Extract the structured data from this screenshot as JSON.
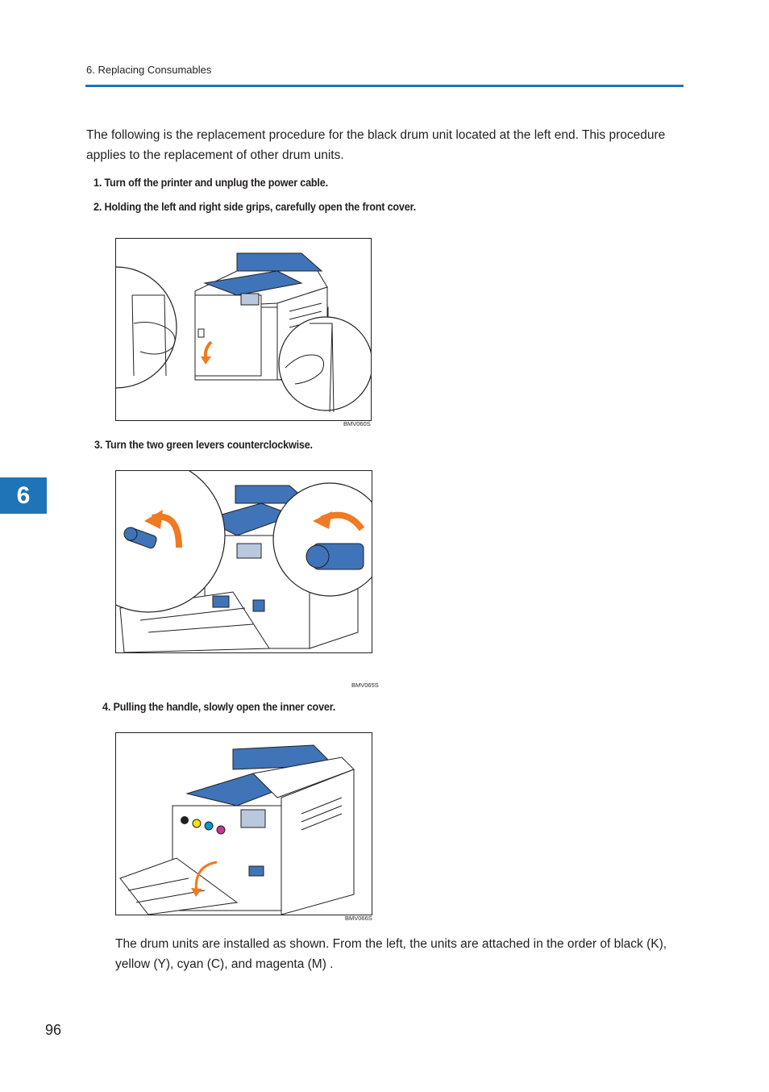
{
  "header": {
    "running_title": "6. Replacing Consumables"
  },
  "intro": "The following is the replacement procedure for the black drum unit located at the left end. This procedure applies to the replacement of other drum units.",
  "steps": [
    "1. Turn off the printer and unplug the power cable.",
    "2. Holding the left and right side grips, carefully open the front cover.",
    "3. Turn the two green levers counterclockwise.",
    "4. Pulling the handle, slowly open the inner cover."
  ],
  "figures": [
    {
      "code": "BMV060S"
    },
    {
      "code": "BMV065S"
    },
    {
      "code": "BMV066S"
    }
  ],
  "tail": "The drum units are installed as shown. From the left, the units are attached in the order of black (K), yellow (Y), cyan (C), and magenta (M) .",
  "footer": {
    "page_number": "96",
    "chapter_tab": "6"
  },
  "colors": {
    "accent": "#1f73b7",
    "arrow": "#f07a22",
    "part_blue": "#3f74b8"
  }
}
